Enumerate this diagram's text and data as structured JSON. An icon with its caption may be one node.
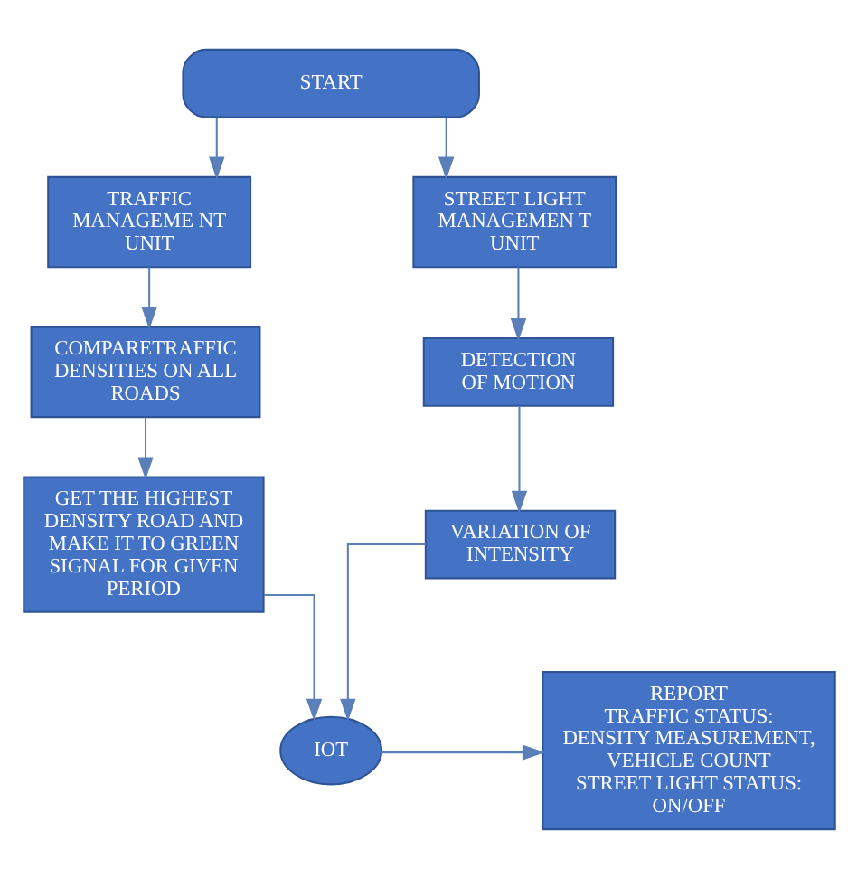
{
  "diagram": {
    "nodes": [
      {
        "text": [
          "START"
        ]
      },
      {
        "text": [
          "TRAFFIC MANAGEME NT UNIT"
        ]
      },
      {
        "text": [
          "STREET LIGHT MANAGEMEN T UNIT"
        ]
      },
      {
        "text": [
          "COMPARETRAFFIC DENSITIES ON ALL ROADS"
        ]
      },
      {
        "text": [
          "DETECTION OF MOTION"
        ]
      },
      {
        "text": [
          "GET THE HIGHEST DENSITY ROAD AND MAKE IT TO GREEN SIGNAL FOR GIVEN PERIOD"
        ]
      },
      {
        "text": [
          "VARIATION OF INTENSITY"
        ]
      },
      {
        "text": [
          "IOT"
        ]
      },
      {
        "text": [
          "REPORT",
          "TRAFFIC STATUS:",
          "DENSITY MEASUREMENT, VEHICLE COUNT",
          "STREET LIGHT STATUS:",
          "ON/OFF"
        ]
      }
    ],
    "edges": [
      {
        "from": 0,
        "to": 1,
        "arrow": "to"
      },
      {
        "from": 0,
        "to": 2,
        "arrow": "to"
      },
      {
        "from": 1,
        "to": 3,
        "arrow": "to"
      },
      {
        "from": 3,
        "to": 5,
        "arrow": "to"
      },
      {
        "from": 2,
        "to": 4,
        "arrow": "to"
      },
      {
        "from": 4,
        "to": 6,
        "arrow": "to"
      },
      {
        "from": 5,
        "to": 7,
        "arrow": "to"
      },
      {
        "from": 6,
        "to": 7,
        "arrow": "to"
      },
      {
        "from": 7,
        "to": 8,
        "arrow": "to"
      }
    ]
  }
}
